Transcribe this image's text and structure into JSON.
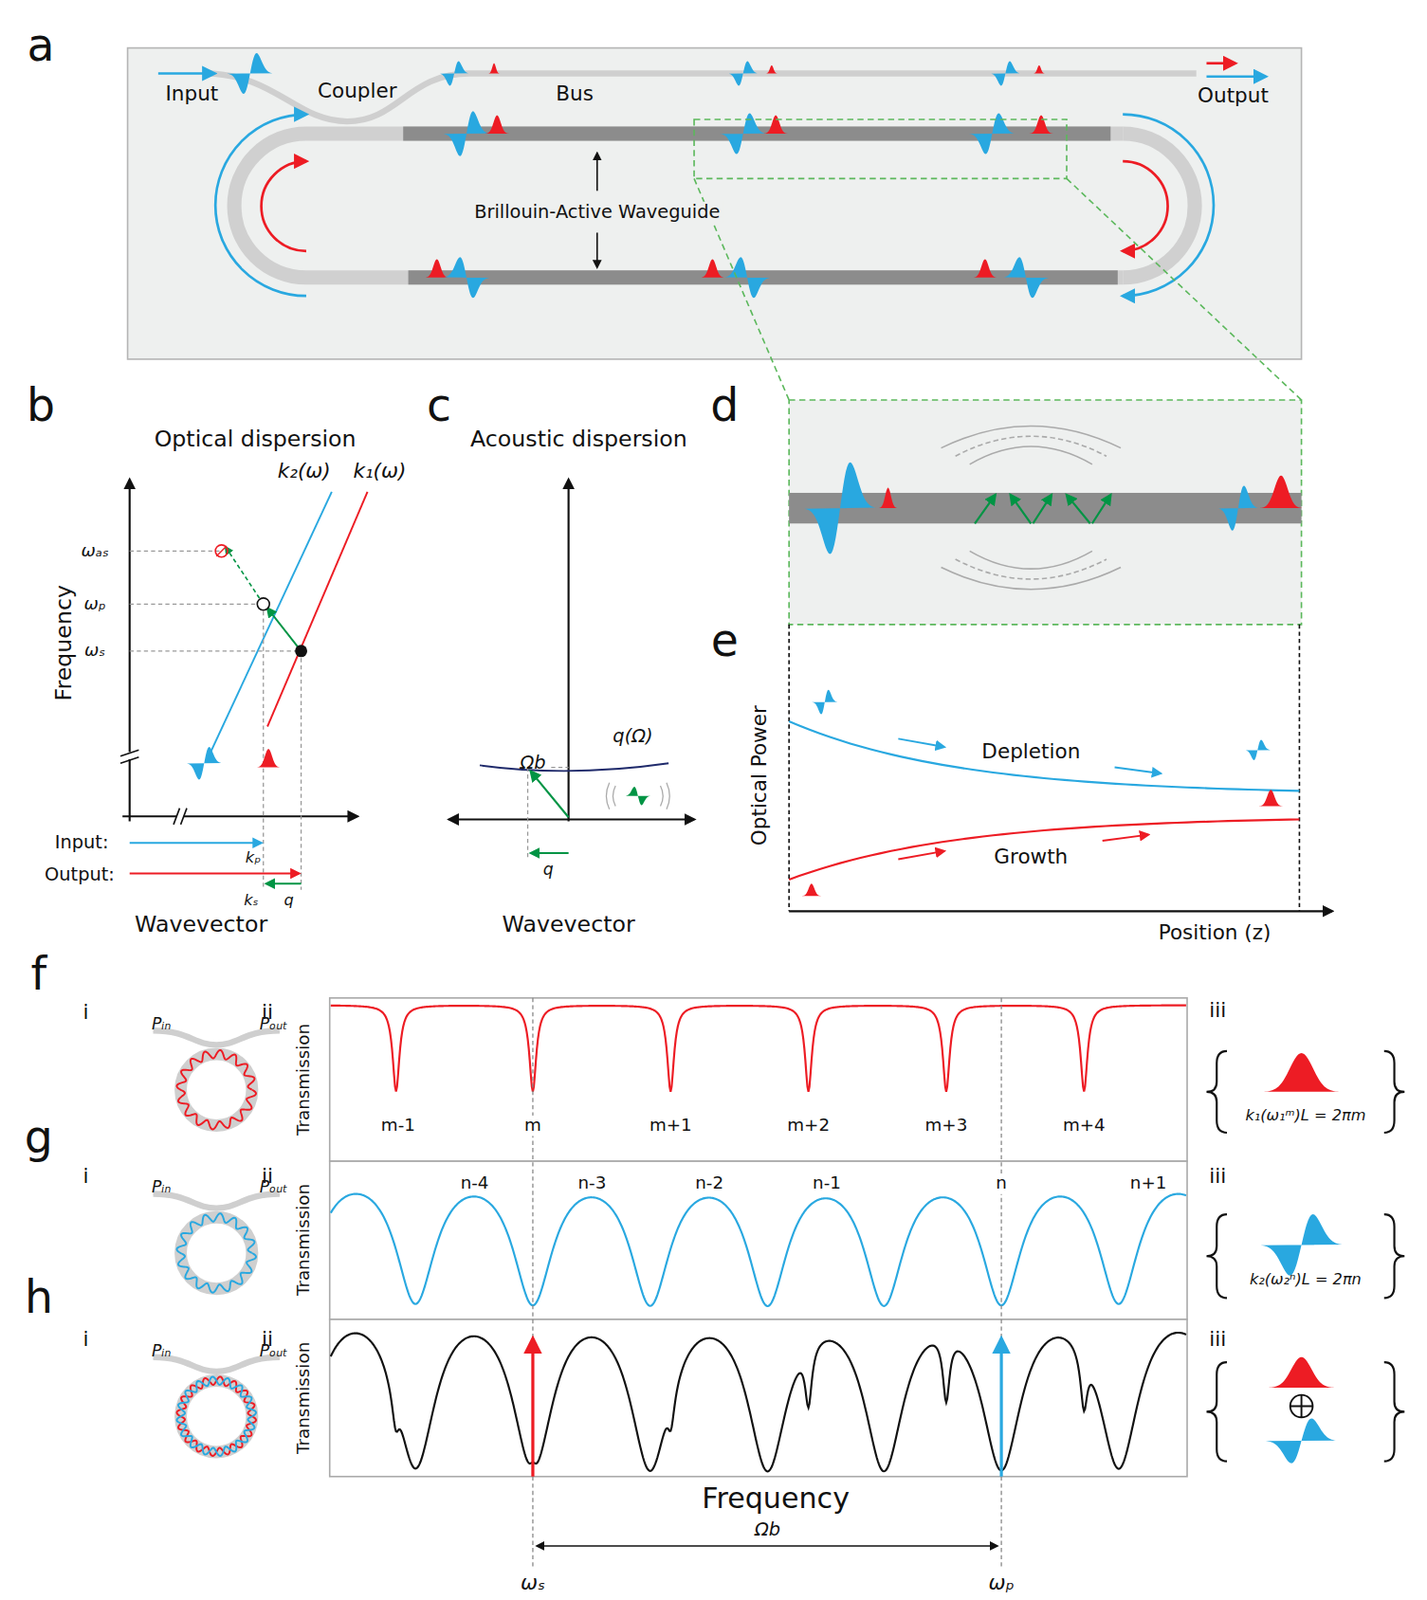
{
  "diagram": {
    "labels": [
      "a",
      "Input",
      "Coupler",
      "Bus",
      "Output",
      "Brillouin-Active Waveguide",
      "b",
      "Optical dispersion",
      "k₂(ω)",
      "k₁(ω)",
      "ωₐₛ",
      "ωₚ",
      "ωₛ",
      "Frequency",
      "Input:",
      "kₚ",
      "Output:",
      "kₛ",
      "q",
      "Wavevector",
      "c",
      "Acoustic dispersion",
      "q(Ω)",
      "Ωb",
      "q",
      "Wavevector",
      "d",
      "e",
      "Optical Power",
      "Depletion",
      "Growth",
      "Position (z)",
      "f",
      "i",
      "ii",
      "Pᵢₙ",
      "Pₒᵤₜ",
      "Transmission",
      "m-1",
      "m",
      "m+1",
      "m+2",
      "m+3",
      "m+4",
      "iii",
      "k₁(ω₁ᵐ)L = 2πm",
      "g",
      "i",
      "ii",
      "Pᵢₙ",
      "Pₒᵤₜ",
      "Transmission",
      "n-4",
      "n-3",
      "n-2",
      "n-1",
      "n",
      "n+1",
      "iii",
      "k₂(ω₂ⁿ)L = 2πn",
      "h",
      "i",
      "ii",
      "Pᵢₙ",
      "Pₒᵤₜ",
      "Transmission",
      "iii",
      "Frequency",
      "Ωb",
      "ωₛ",
      "ωₚ"
    ]
  }
}
